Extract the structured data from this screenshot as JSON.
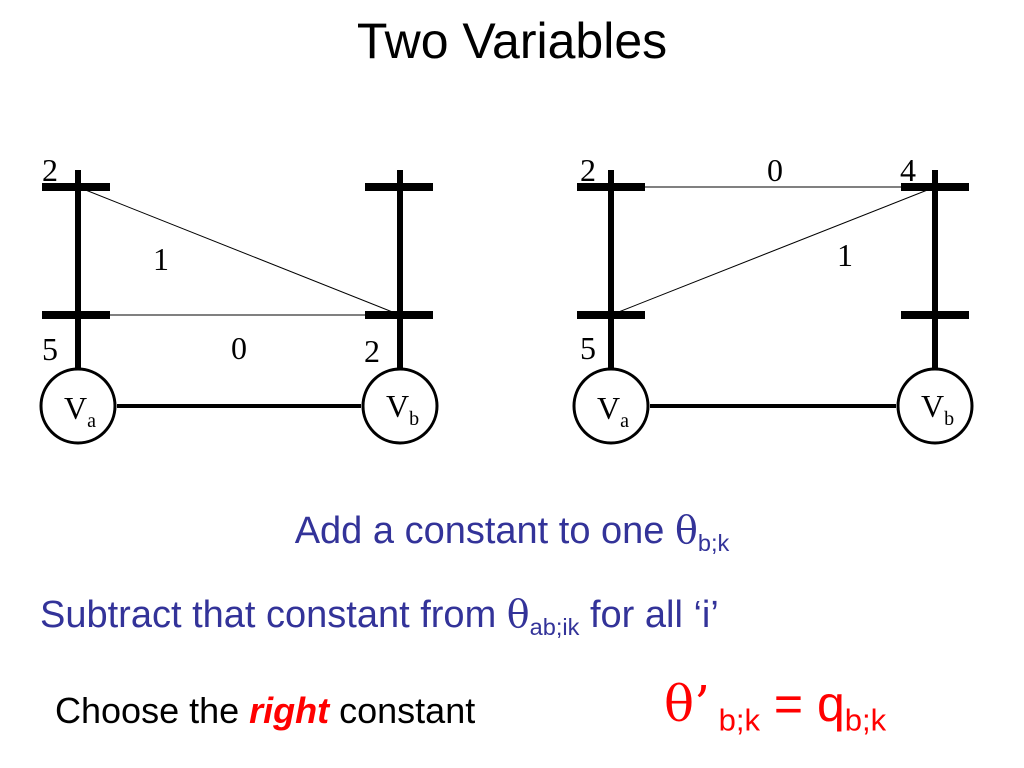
{
  "title": "Two Variables",
  "colors": {
    "accent_blue": "#333399",
    "accent_red": "#ff0000",
    "edge": "#000000"
  },
  "left_diagram": {
    "var_a": {
      "letter": "V",
      "sub": "a"
    },
    "var_b": {
      "letter": "V",
      "sub": "b"
    },
    "unary_a": [
      "2",
      "5"
    ],
    "unary_b": [
      "2"
    ],
    "pairwise": [
      "1",
      "0"
    ]
  },
  "right_diagram": {
    "var_a": {
      "letter": "V",
      "sub": "a"
    },
    "var_b": {
      "letter": "V",
      "sub": "b"
    },
    "unary_a": [
      "2",
      "5"
    ],
    "unary_b": [
      "4"
    ],
    "pairwise": [
      "0",
      "1"
    ]
  },
  "text": {
    "line1_main": "Add a constant to one ",
    "line1_theta": "θ",
    "line1_sub": "b;k",
    "line2_main": "Subtract that constant from ",
    "line2_theta": "θ",
    "line2_sub": "ab;ik",
    "line2_tail": " for all ",
    "line2_quote": "‘i’",
    "line3_pre": "Choose the ",
    "line3_emph": "right",
    "line3_post": " constant",
    "formula_theta": "θ’",
    "formula_sub1": " b;k",
    "formula_eq": " =  ",
    "formula_q": "q",
    "formula_sub2": "b;k"
  }
}
